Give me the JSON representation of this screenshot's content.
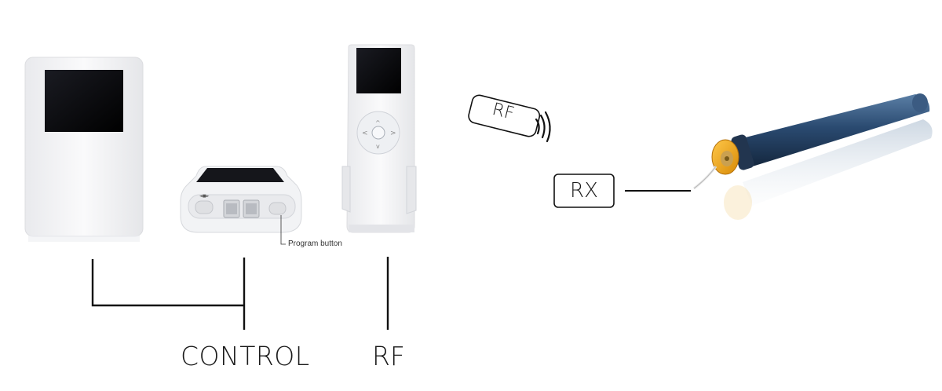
{
  "labels": {
    "program_button": "Program button",
    "control": "CONTROL",
    "rf_bottom": "RF",
    "rf_signal": "RF",
    "rx": "RX"
  },
  "colors": {
    "device_body": "#f3f4f6",
    "screen": "#0b0b0f",
    "motor_tube": "#2c4e72",
    "motor_head": "#f0a818",
    "line": "#111111"
  }
}
